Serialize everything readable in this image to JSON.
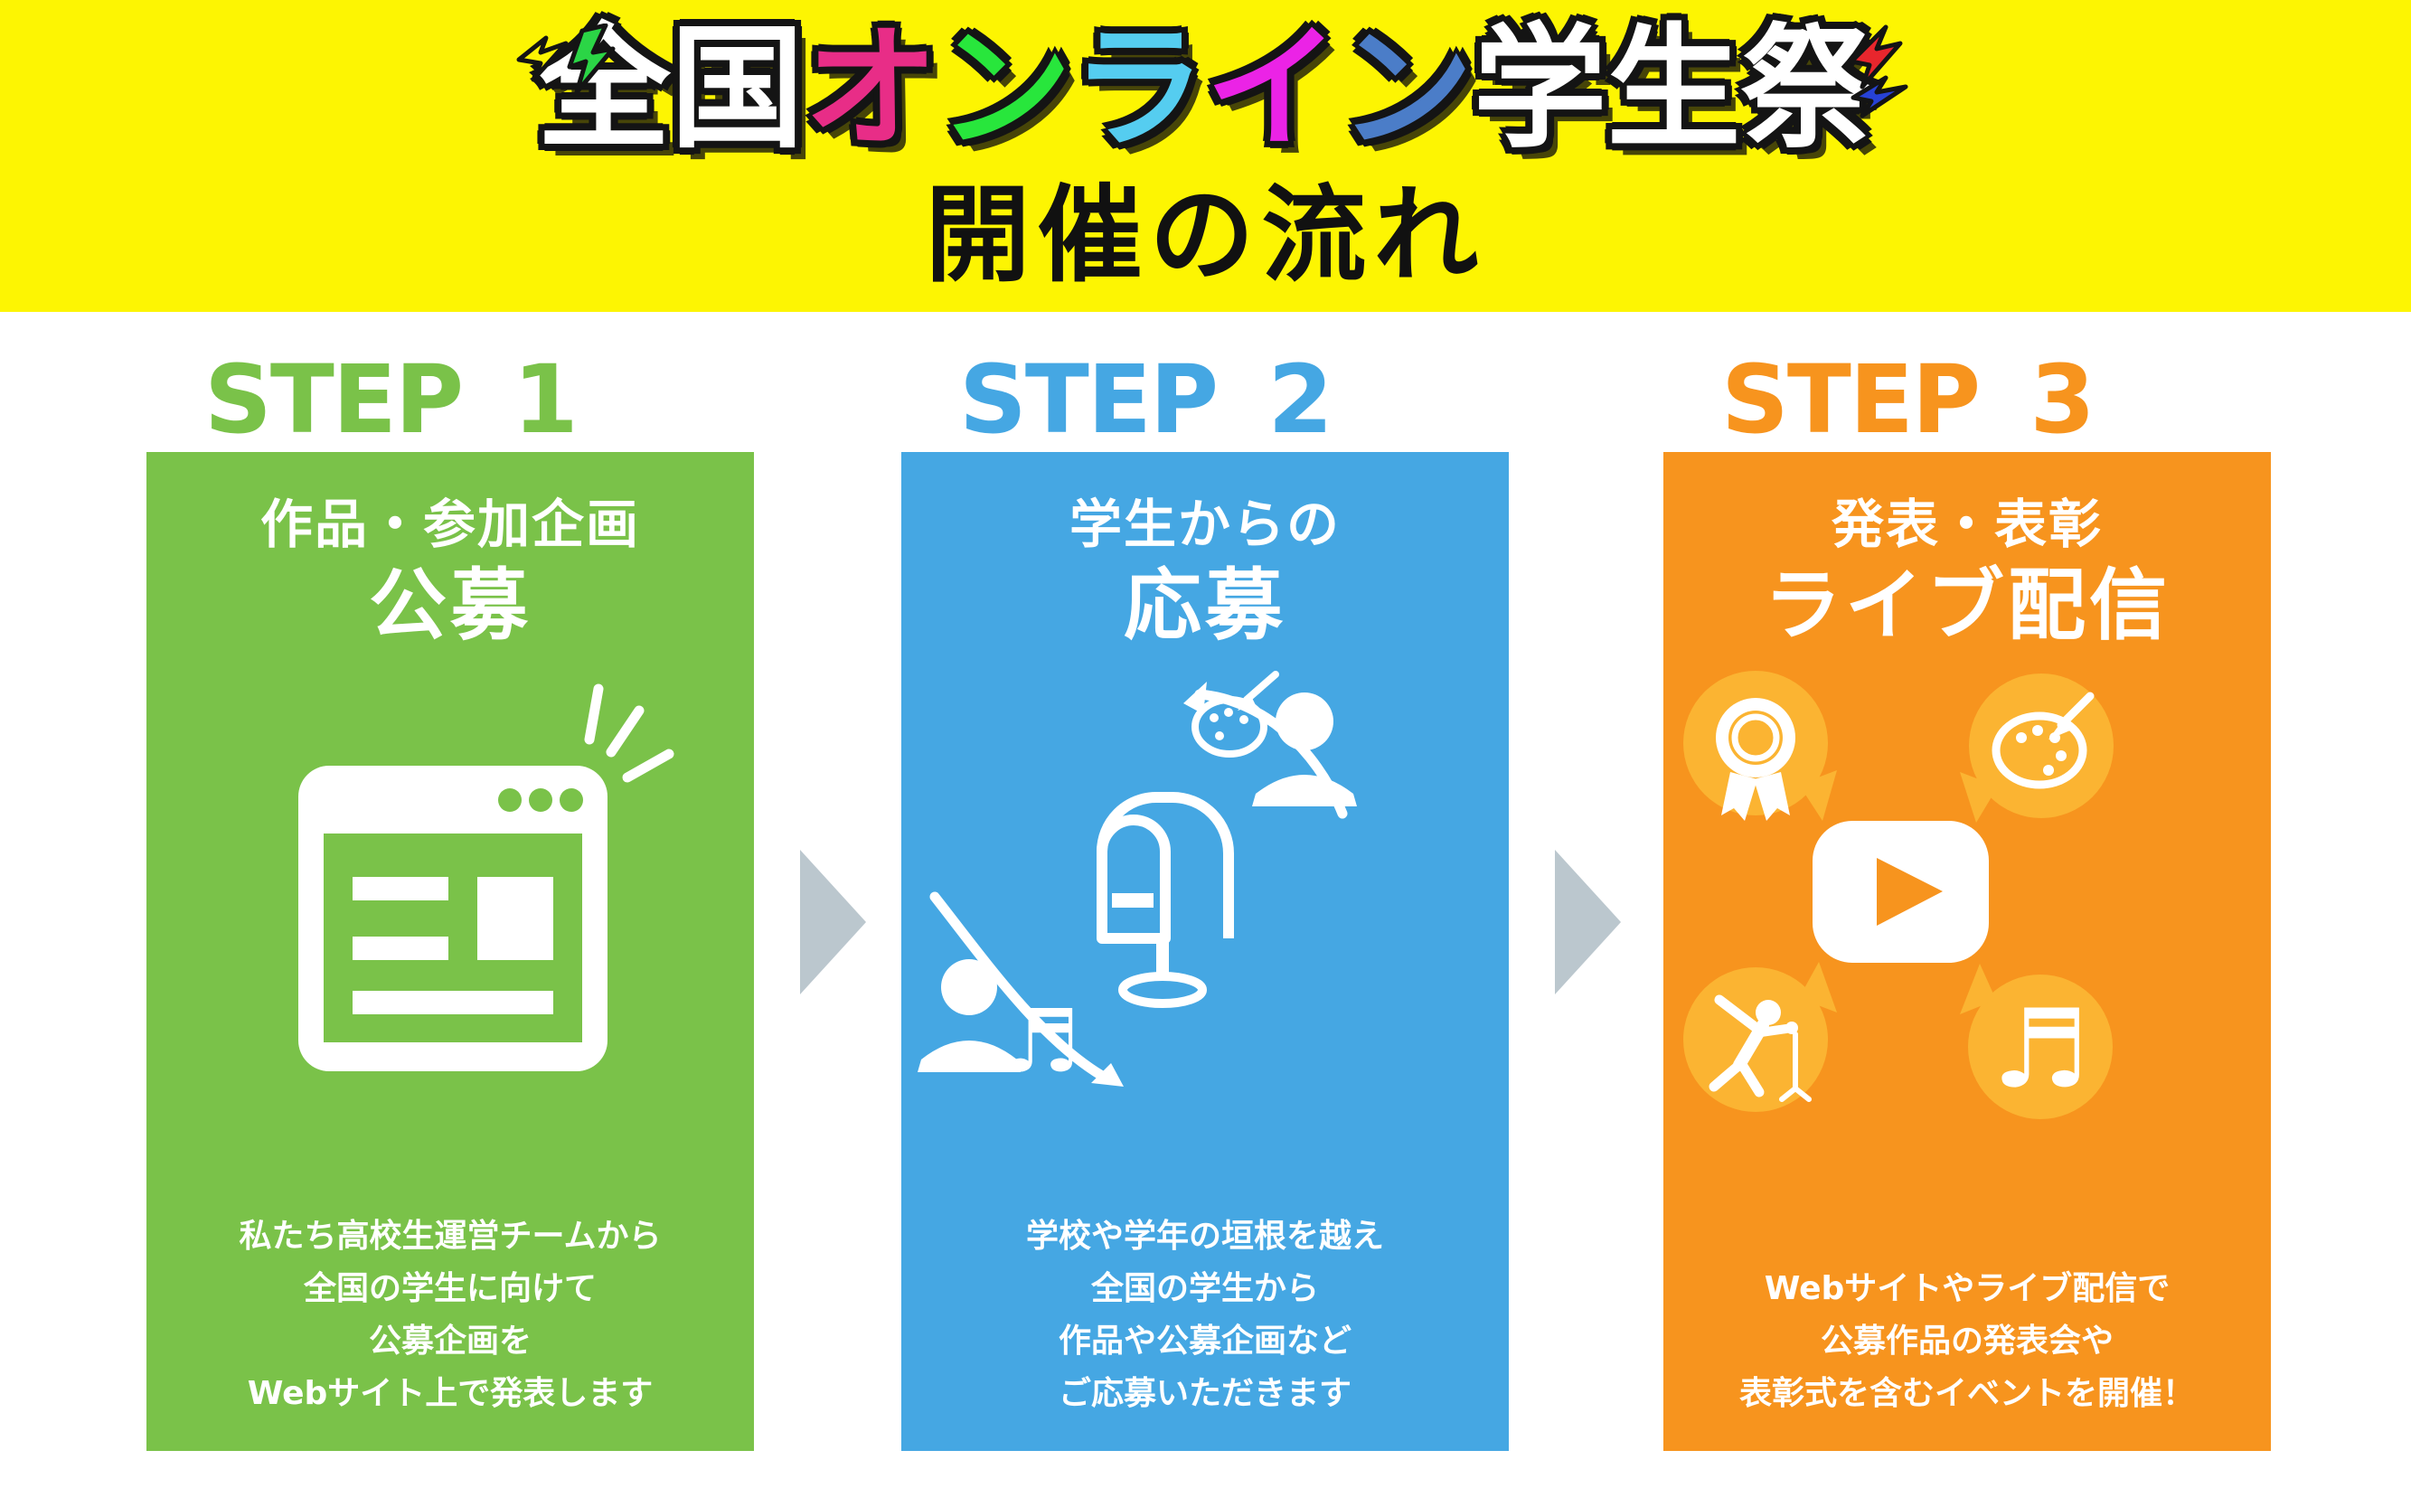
{
  "header": {
    "background": "#FDF502",
    "logo": {
      "full_title": "全国オンライン学生祭",
      "segments": [
        {
          "char": "全",
          "color": "#FFFFFF"
        },
        {
          "char": "国",
          "color": "#FFFFFF"
        },
        {
          "char": "オ",
          "color": "#E82D87"
        },
        {
          "char": "ン",
          "color": "#28E63C"
        },
        {
          "char": "ラ",
          "color": "#55CDF0"
        },
        {
          "char": "イ",
          "color": "#EB23E6"
        },
        {
          "char": "ン",
          "color": "#4B7DC8"
        },
        {
          "char": "学",
          "color": "#FFFFFF"
        },
        {
          "char": "生",
          "color": "#FFFFFF"
        },
        {
          "char": "祭",
          "color": "#FFFFFF"
        }
      ],
      "sparks": {
        "left": [
          "#FDF502",
          "#2BD546"
        ],
        "right": [
          "#E8262D",
          "#2742D6"
        ]
      }
    },
    "subtitle": "開催の流れ"
  },
  "flow": {
    "arrow_color": "#BBC7CE",
    "steps": [
      {
        "label": "STEP 1",
        "color": "#7AC249",
        "title_line1": "作品・参加企画",
        "title_line2": "公募",
        "icon": "browser-window",
        "description_lines": [
          "私たち高校生運営チームから",
          "全国の学生に向けて",
          "公募企画を",
          "Webサイト上で発表します"
        ]
      },
      {
        "label": "STEP 2",
        "color": "#45A7E3",
        "title_line1": "学生からの",
        "title_line2": "応募",
        "icon": "mailbox-submission",
        "description_lines": [
          "学校や学年の垣根を越え",
          "全国の学生から",
          "作品や公募企画など",
          "ご応募いただきます"
        ]
      },
      {
        "label": "STEP 3",
        "color": "#F7941E",
        "badge_color": "#FBB432",
        "title_line1": "発表・表彰",
        "title_line2": "ライブ配信",
        "icon": "live-stream-play",
        "description_lines": [
          "Webサイトやライブ配信で",
          "公募作品の発表会や",
          "表彰式を含むイベントを開催！"
        ]
      }
    ]
  },
  "glyphs": {
    "music_note": "♬"
  }
}
